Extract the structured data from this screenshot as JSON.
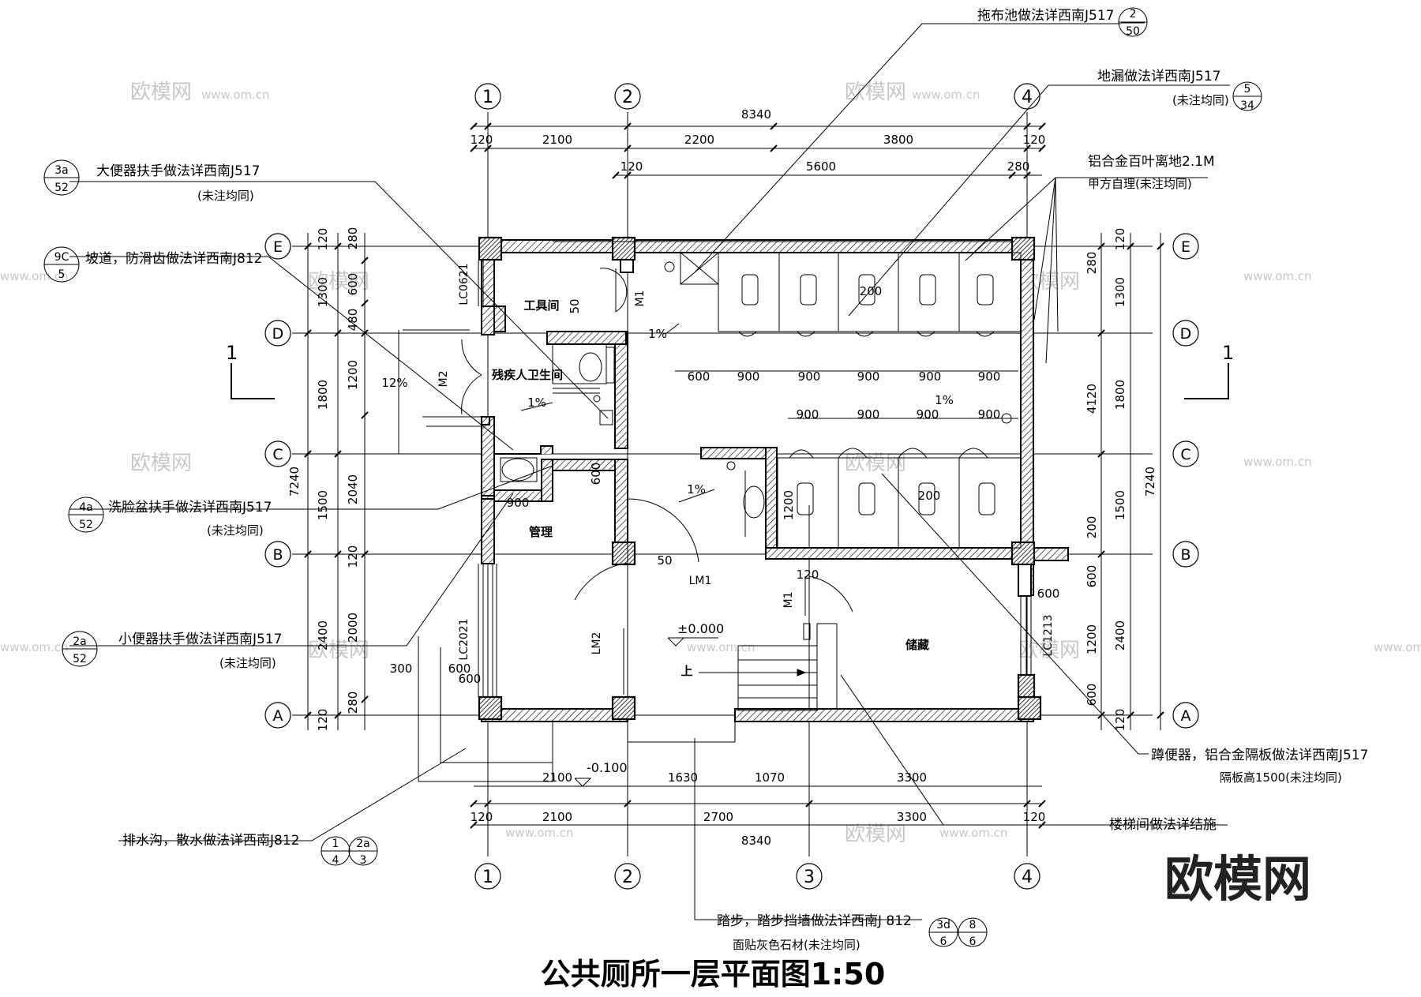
{
  "title": "公共厕所一层平面图1:50",
  "watermark": {
    "brand": "欧模网",
    "site": "www.om.cn"
  },
  "axes": {
    "columns": [
      "1",
      "2",
      "3",
      "4"
    ],
    "rows": [
      "A",
      "B",
      "C",
      "D",
      "E"
    ]
  },
  "section_mark": "1",
  "dims": {
    "top_total": "8340",
    "top_row": [
      "120",
      "2100",
      "2200",
      "3800",
      "120"
    ],
    "top_row2": [
      "120",
      "5600",
      "280"
    ],
    "bottom_row1": [
      "2100",
      "1630",
      "1070",
      "3300"
    ],
    "bottom_row2": [
      "120",
      "2100",
      "2700",
      "3300",
      "120"
    ],
    "bottom_total": "8340",
    "left_total": "7240",
    "left_col1": [
      "120",
      "1300",
      "1800",
      "1500",
      "2400",
      "120"
    ],
    "left_col2": [
      "280",
      "600",
      "480",
      "1200",
      "2040",
      "120",
      "2000",
      "280"
    ],
    "right_total": "7240",
    "right_col1": [
      "120",
      "1300",
      "1800",
      "1500",
      "2400",
      "120"
    ],
    "right_col2": [
      "280",
      "4120",
      "200",
      "600",
      "1200",
      "600"
    ],
    "inner": [
      "600",
      "900",
      "900",
      "900",
      "900",
      "900",
      "900",
      "900",
      "900",
      "900",
      "200",
      "200",
      "1200",
      "600",
      "900",
      "600",
      "50",
      "50",
      "120",
      "600",
      "300",
      "600",
      "12%",
      "1%",
      "1%",
      "1%",
      "1%"
    ]
  },
  "rooms": {
    "tool": "工具间",
    "disabled": "残疾人卫生间",
    "manage": "管理",
    "storage": "储藏",
    "up": "上"
  },
  "doors": {
    "m1a": "M1",
    "m1b": "M1",
    "m2": "M2",
    "lm1": "LM1",
    "lm2": "LM2",
    "lc0621": "LC0621",
    "lc2021": "LC2021",
    "lc1213": "LC1213"
  },
  "levels": {
    "floor": "±0.000",
    "outside": "-0.100"
  },
  "notes": {
    "mop": "拖布池做法详西南J517",
    "mop_ref": [
      "2",
      "50"
    ],
    "drain": "地漏做法详西南J517",
    "drain_sub": "(未注均同)",
    "drain_ref": [
      "5",
      "34"
    ],
    "louver": "铝合金百叶离地2.1M",
    "louver_sub": "甲方自理(未注均同)",
    "toilet_rail": "大便器扶手做法详西南J517",
    "toilet_rail_sub": "(未注均同)",
    "toilet_rail_ref": [
      "3a",
      "52"
    ],
    "ramp": "坡道，防滑齿做法详西南J812",
    "ramp_ref": [
      "9C",
      "5"
    ],
    "basin_rail": "洗脸盆扶手做法详西南J517",
    "basin_rail_sub": "(未注均同)",
    "basin_rail_ref": [
      "4a",
      "52"
    ],
    "urinal_rail": "小便器扶手做法详西南J517",
    "urinal_rail_sub": "(未注均同)",
    "urinal_rail_ref": [
      "2a",
      "52"
    ],
    "squat": "蹲便器，铝合金隔板做法详西南J517",
    "squat_sub": "隔板高1500(未注均同)",
    "stair": "楼梯间做法详结施",
    "ditch": "排水沟，散水做法详西南J812",
    "ditch_ref1": [
      "1",
      "4"
    ],
    "ditch_ref2": [
      "2a",
      "3"
    ],
    "step": "踏步，踏步挡墙做法详西南J 812",
    "step_ref1": [
      "3d",
      "6"
    ],
    "step_ref2": [
      "8",
      "6"
    ],
    "step_sub": "面贴灰色石材(未注均同)"
  }
}
